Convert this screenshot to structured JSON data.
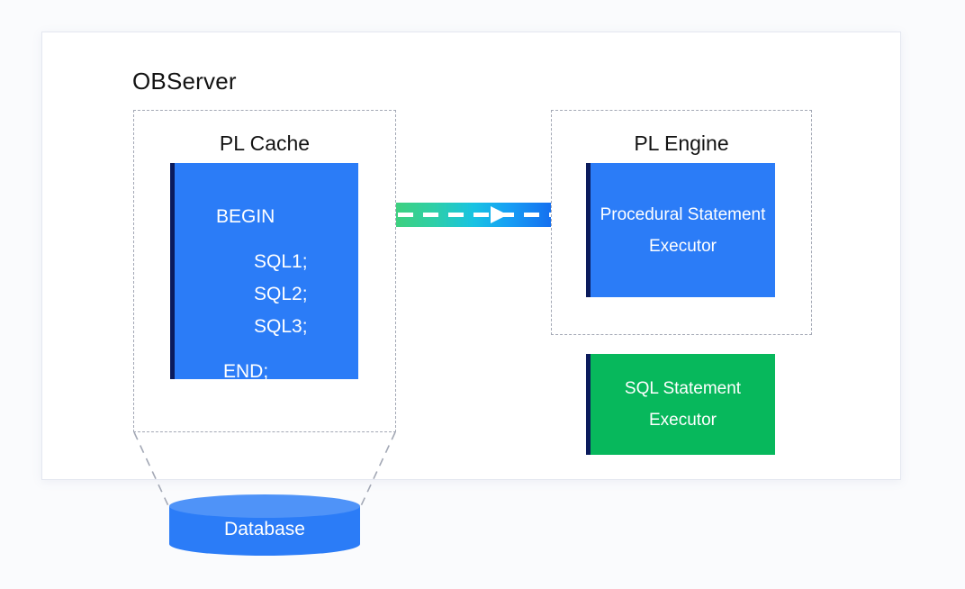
{
  "diagram": {
    "type": "architecture-diagram",
    "background_color": "#fafbfd"
  },
  "observer": {
    "title": "OBServer",
    "panel_color": "#ffffff",
    "border_color": "#e4e7f0"
  },
  "pl_cache": {
    "title": "PL Cache",
    "border_style": "dashed",
    "border_color": "#a3a8b5",
    "code_block": {
      "fill_color": "#2b7cf7",
      "accent_color": "#0b1b5c",
      "lines": [
        {
          "text": "BEGIN",
          "indent": 0
        },
        {
          "text": "SQL1;",
          "indent": 1
        },
        {
          "text": "SQL2;",
          "indent": 1
        },
        {
          "text": "SQL3;",
          "indent": 1
        },
        {
          "text": "END;",
          "indent": 0
        }
      ]
    }
  },
  "pl_engine": {
    "title": "PL Engine",
    "border_style": "dashed",
    "border_color": "#a3a8b5",
    "procedural_executor": {
      "label": "Procedural Statement Executor",
      "fill_color": "#2b7cf7",
      "accent_color": "#0b1b5c"
    }
  },
  "sql_executor": {
    "label": "SQL Statement Executor",
    "fill_color": "#07b85c",
    "accent_color": "#0b1b5c"
  },
  "connector": {
    "name": "pl-cache-to-pl-engine-arrow",
    "direction": "right",
    "style": "dashed-with-arrowhead",
    "gradient_from": "#3ed07f",
    "gradient_mid": "#18c3e2",
    "gradient_to": "#1570f0",
    "dash_color": "#ffffff"
  },
  "database": {
    "label": "Database",
    "shape": "cylinder",
    "body_color": "#2b7cf7",
    "cap_color": "#4f93f8",
    "link_style": "dashed"
  }
}
